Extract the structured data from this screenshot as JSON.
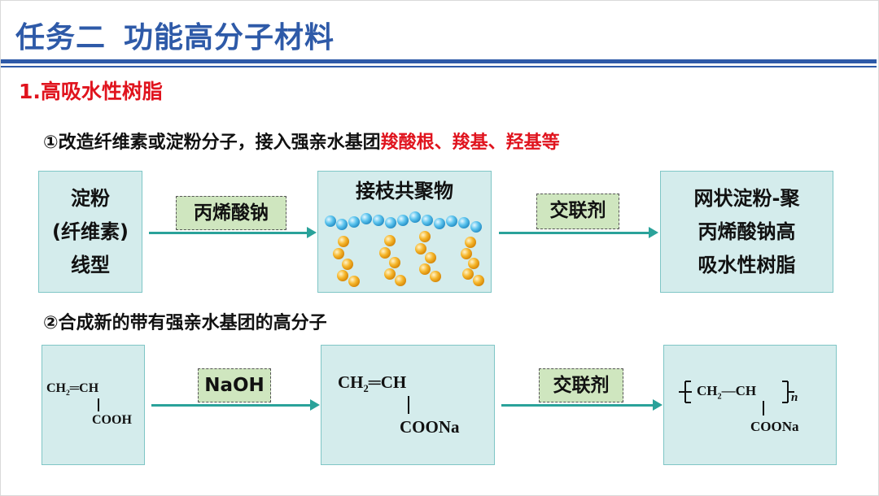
{
  "header": {
    "task": "任务二",
    "topic": "功能高分子材料"
  },
  "section": {
    "title": "1.高吸水性树脂"
  },
  "point1": {
    "prefix": "①改造纤维素或淀粉分子，接入强亲水基团",
    "highlight": "羧酸根、羧基、羟基等"
  },
  "point2": {
    "text": "②合成新的带有强亲水基团的高分子"
  },
  "row1": {
    "start_box": [
      "淀粉",
      "(纤维素)",
      "线型"
    ],
    "reagent1": "丙烯酸钠",
    "middle_box_title": "接枝共聚物",
    "reagent2": "交联剂",
    "end_box": [
      "网状淀粉-聚",
      "丙烯酸钠高",
      "吸水性树脂"
    ]
  },
  "row2": {
    "reactant": {
      "ch2": "CH",
      "sub2": "2",
      "bond": "═",
      "ch": "CH",
      "group": "COOH"
    },
    "reagent1": "NaOH",
    "product": {
      "ch2": "CH",
      "sub2": "2",
      "bond": "═",
      "ch": "CH",
      "group": "COONa"
    },
    "reagent2": "交联剂",
    "polymer": {
      "ch2": "CH",
      "sub2": "2",
      "dash": "—",
      "ch": "CH",
      "group": "COONa",
      "n": "n"
    }
  },
  "colors": {
    "title_blue": "#2e5aa8",
    "red": "#e0141e",
    "box_fill": "#d4ecec",
    "label_fill": "#cfe6bf",
    "arrow": "#2aa29a",
    "blue_bead": "#5cc4ee",
    "yellow_bead": "#f6b72c"
  }
}
